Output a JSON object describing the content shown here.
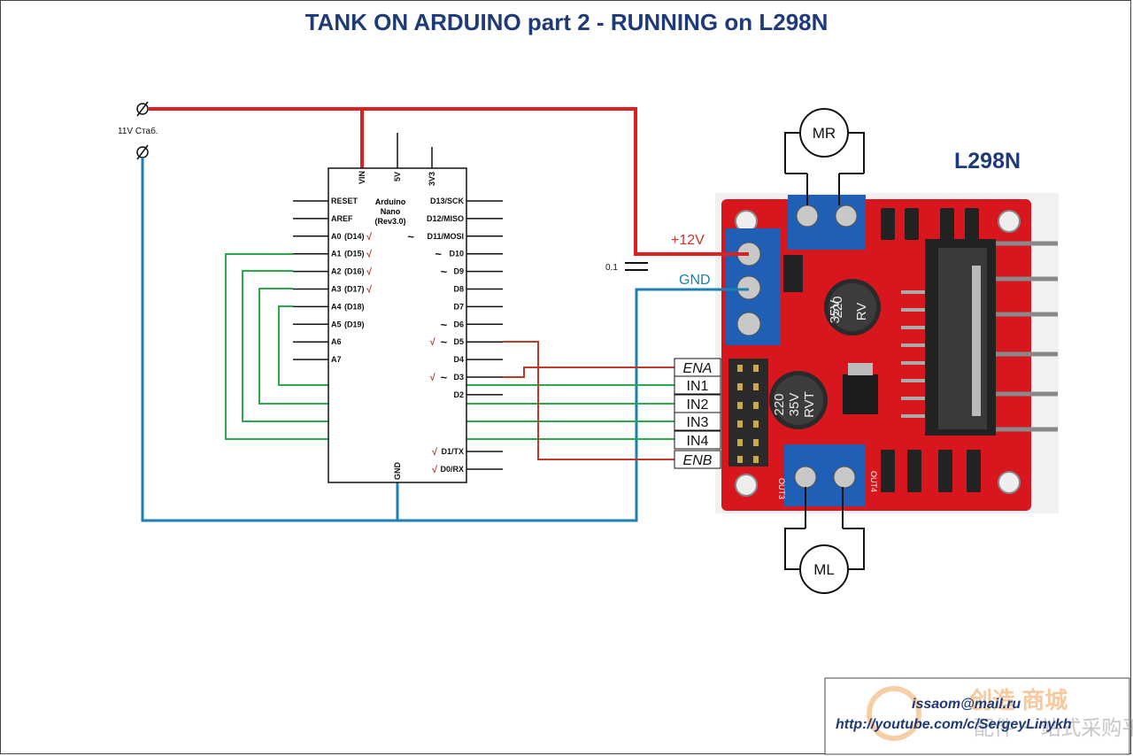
{
  "title": "TANK ON ARDUINO part 2 - RUNNING on L298N",
  "supply": {
    "label": "11V Стаб."
  },
  "arduino": {
    "name_line1": "Arduino",
    "name_line2": "Nano",
    "name_line3": "(Rev3.0)",
    "top_pins": [
      "VIN",
      "5V",
      "3V3"
    ],
    "bottom_pin": "GND",
    "left_pins": [
      {
        "label": "RESET",
        "alt": "",
        "check": ""
      },
      {
        "label": "AREF",
        "alt": "",
        "check": ""
      },
      {
        "label": "A0",
        "alt": "(D14)",
        "check": "√"
      },
      {
        "label": "A1",
        "alt": "(D15)",
        "check": "√"
      },
      {
        "label": "A2",
        "alt": "(D16)",
        "check": "√"
      },
      {
        "label": "A3",
        "alt": "(D17)",
        "check": "√"
      },
      {
        "label": "A4",
        "alt": "(D18)",
        "check": ""
      },
      {
        "label": "A5",
        "alt": "(D19)",
        "check": ""
      },
      {
        "label": "A6",
        "alt": "",
        "check": ""
      },
      {
        "label": "A7",
        "alt": "",
        "check": ""
      }
    ],
    "right_pins": [
      {
        "label": "D13/SCK",
        "pwm": "",
        "check": ""
      },
      {
        "label": "D12/MISO",
        "pwm": "",
        "check": ""
      },
      {
        "label": "D11/MOSI",
        "pwm": "~",
        "check": ""
      },
      {
        "label": "D10",
        "pwm": "~",
        "check": ""
      },
      {
        "label": "D9",
        "pwm": "~",
        "check": ""
      },
      {
        "label": "D8",
        "pwm": "",
        "check": ""
      },
      {
        "label": "D7",
        "pwm": "",
        "check": ""
      },
      {
        "label": "D6",
        "pwm": "~",
        "check": ""
      },
      {
        "label": "D5",
        "pwm": "~",
        "check": "√"
      },
      {
        "label": "D4",
        "pwm": "",
        "check": ""
      },
      {
        "label": "D3",
        "pwm": "~",
        "check": "√"
      },
      {
        "label": "D2",
        "pwm": "",
        "check": ""
      }
    ],
    "serial_pins": [
      {
        "label": "D1/TX",
        "check": "√"
      },
      {
        "label": "D0/RX",
        "check": "√"
      }
    ]
  },
  "capacitor": {
    "label": "0.1"
  },
  "driver": {
    "name": "L298N",
    "power_label": "+12V",
    "ground_label": "GND",
    "inputs": [
      "ENA",
      "IN1",
      "IN2",
      "IN3",
      "IN4",
      "ENB"
    ],
    "capacitor_text": [
      "220",
      "35V",
      "RV"
    ],
    "capacitor2_text": [
      "220",
      "35V",
      "RVT"
    ],
    "out_left": "OUT3",
    "out_right": "OUT4"
  },
  "motors": {
    "right": "MR",
    "left": "ML"
  },
  "credits": {
    "email": "issaom@mail.ru",
    "url": "http://youtube.com/c/SergeyLinykh"
  },
  "watermark": {
    "line1": "创造 商城",
    "line2": "配件 一站式采购平台"
  },
  "colors": {
    "vin": "#e02020",
    "gnd": "#1b7fb4",
    "signal_green": "#2aaa4a",
    "signal_red": "#c0392b",
    "board_red": "#d8161e",
    "terminal_blue": "#1f5fb5"
  }
}
